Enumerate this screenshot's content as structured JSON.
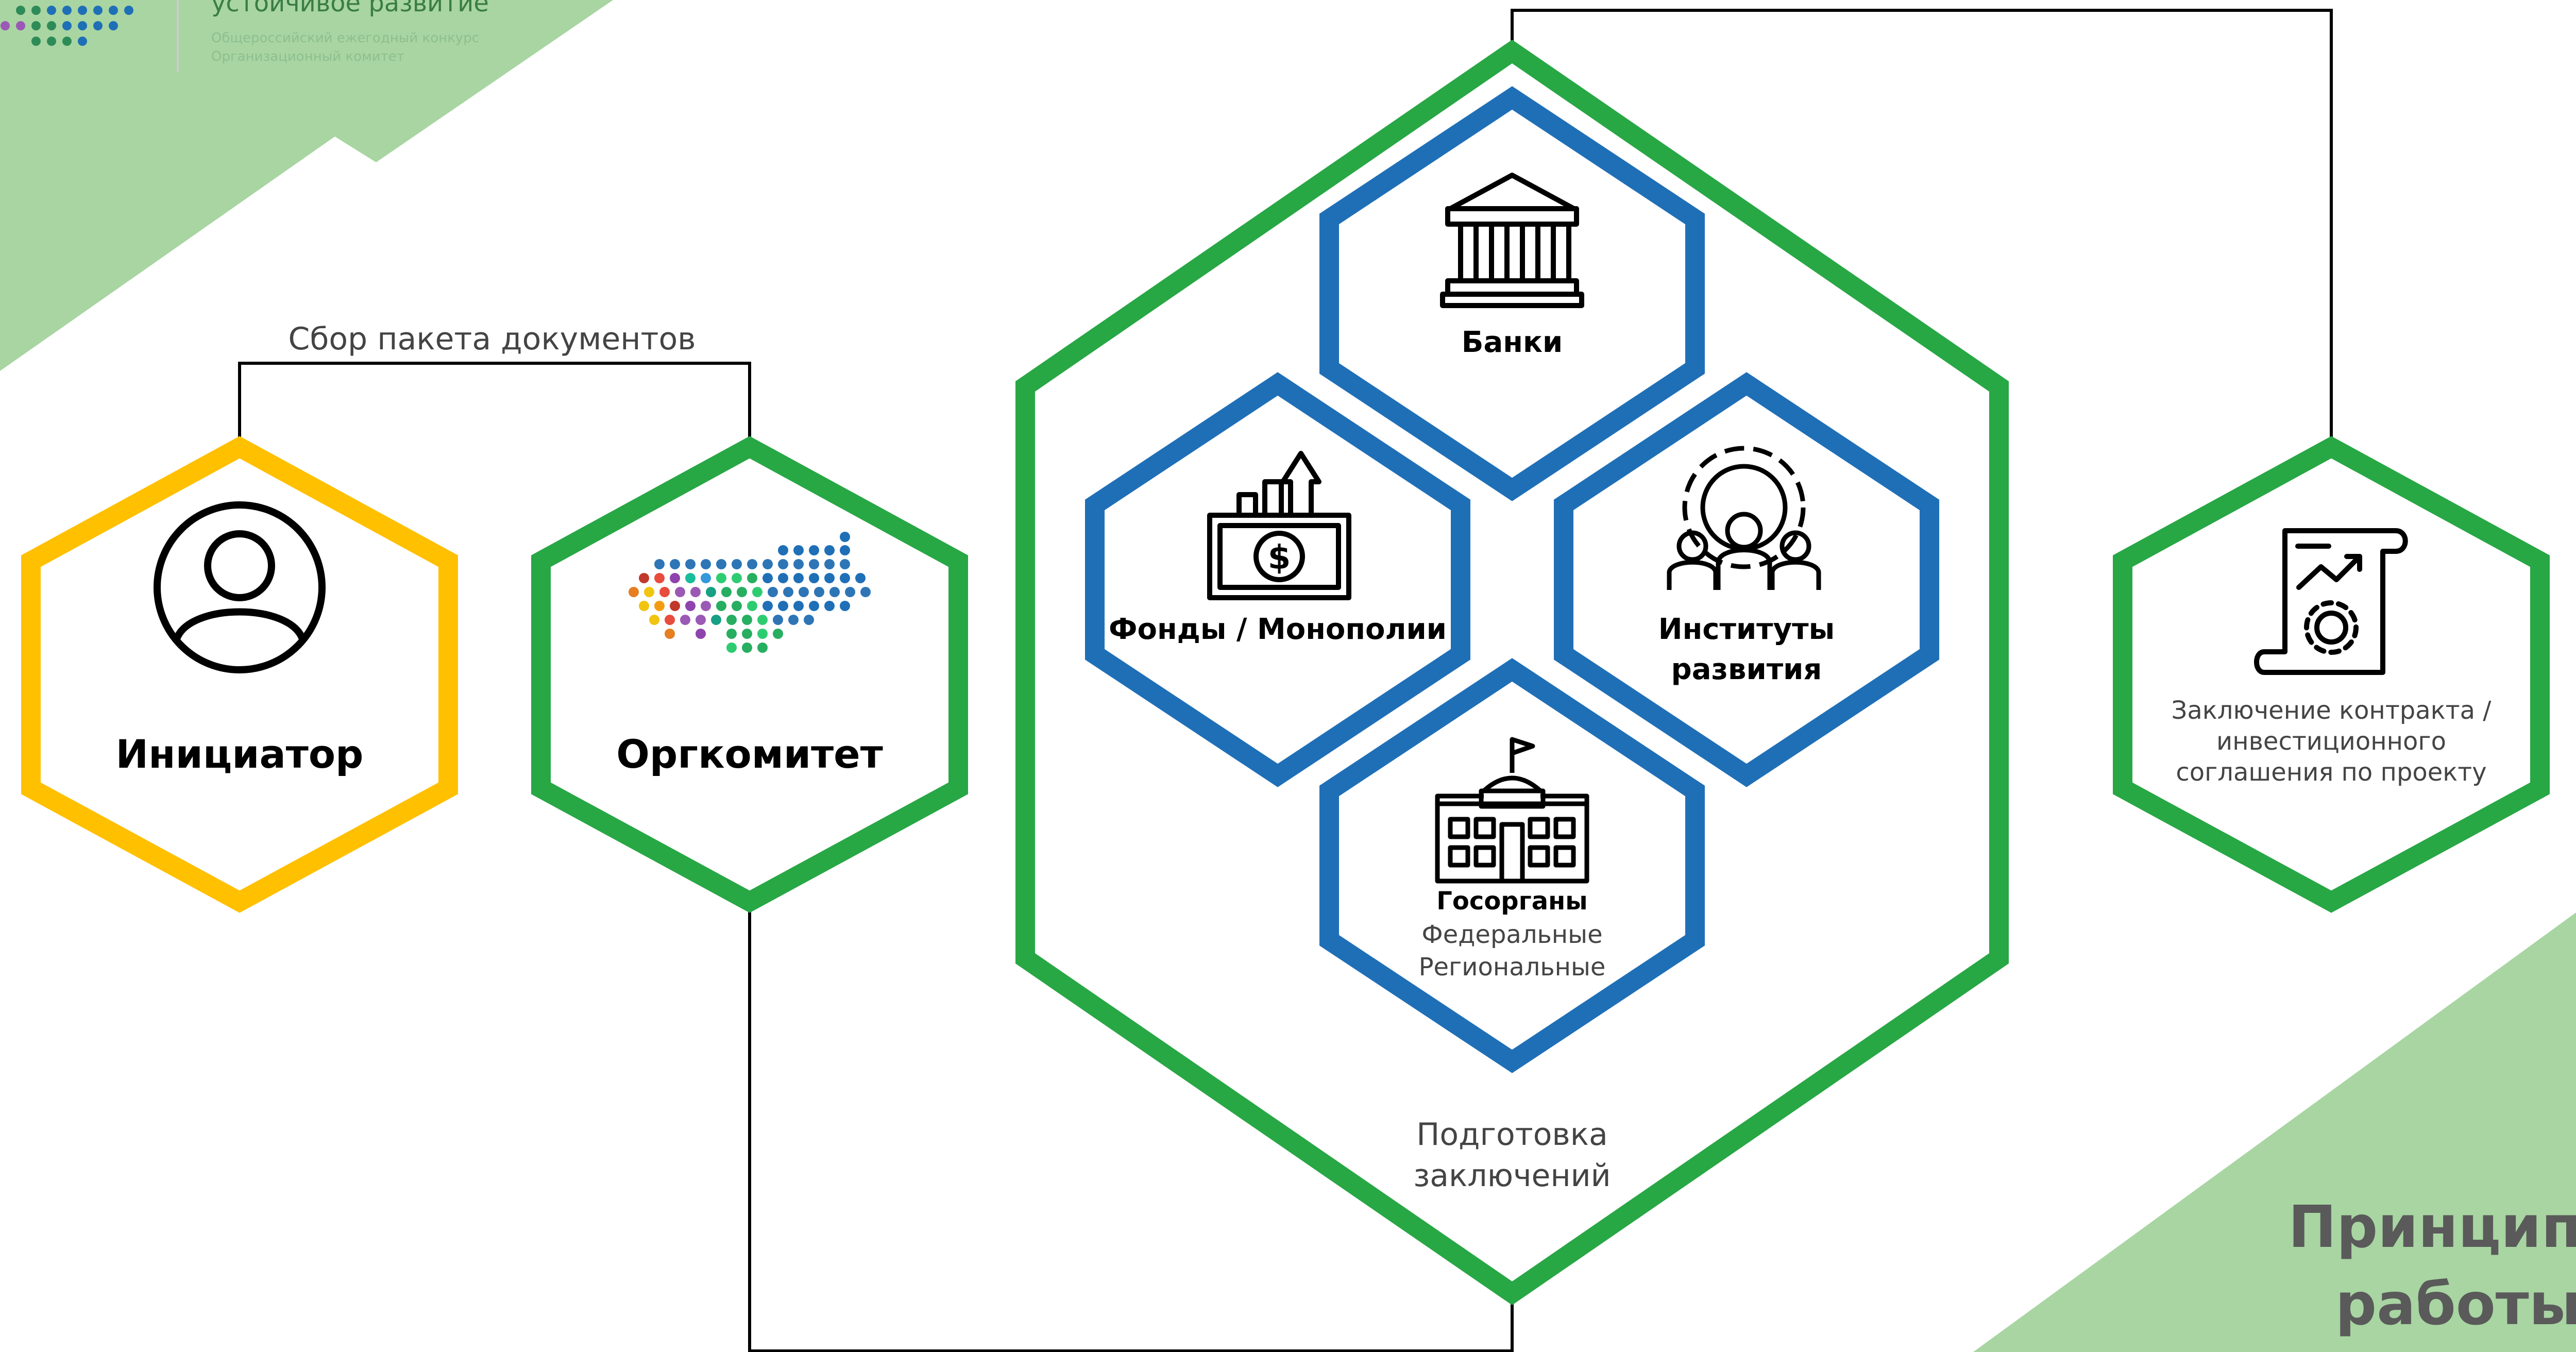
{
  "colors": {
    "yellow": "#FFC000",
    "green": "#28A745",
    "blue": "#1F6FB7",
    "light_green": "#A8D5A2",
    "line": "#000000",
    "title_gray": "#5A5A5A",
    "text_dark": "#000000",
    "text_gray": "#444444",
    "header_green": "#3A7D44"
  },
  "header": {
    "title_partial": "устойчивое развитие",
    "subtitle_line1": "Общероссийский ежегодный конкурс",
    "subtitle_line2": "Организационный комитет"
  },
  "connector_label": "Сбор пакета документов",
  "nodes": {
    "initiator": {
      "label": "Инициатор",
      "icon": "person-icon"
    },
    "orgcommittee": {
      "label": "Оргкомитет",
      "icon": "russia-map-logo"
    },
    "banks": {
      "label": "Банки",
      "icon": "bank-icon"
    },
    "funds": {
      "label": "Фонды / Монополии",
      "icon": "money-growth-icon"
    },
    "institutes": {
      "label_line1": "Институты",
      "label_line2": "развития",
      "icon": "team-gear-icon"
    },
    "gov": {
      "label": "Госорганы",
      "sub1": "Федеральные",
      "sub2": "Региональные",
      "icon": "government-building-icon"
    },
    "contract": {
      "line1": "Заключение контракта /",
      "line2": "инвестиционного",
      "line3": "соглашения по проекту",
      "icon": "contract-scroll-icon"
    }
  },
  "big_hex_label_line1": "Подготовка",
  "big_hex_label_line2": "заключений",
  "footer_title_line1": "Принцип",
  "footer_title_line2": "работы"
}
